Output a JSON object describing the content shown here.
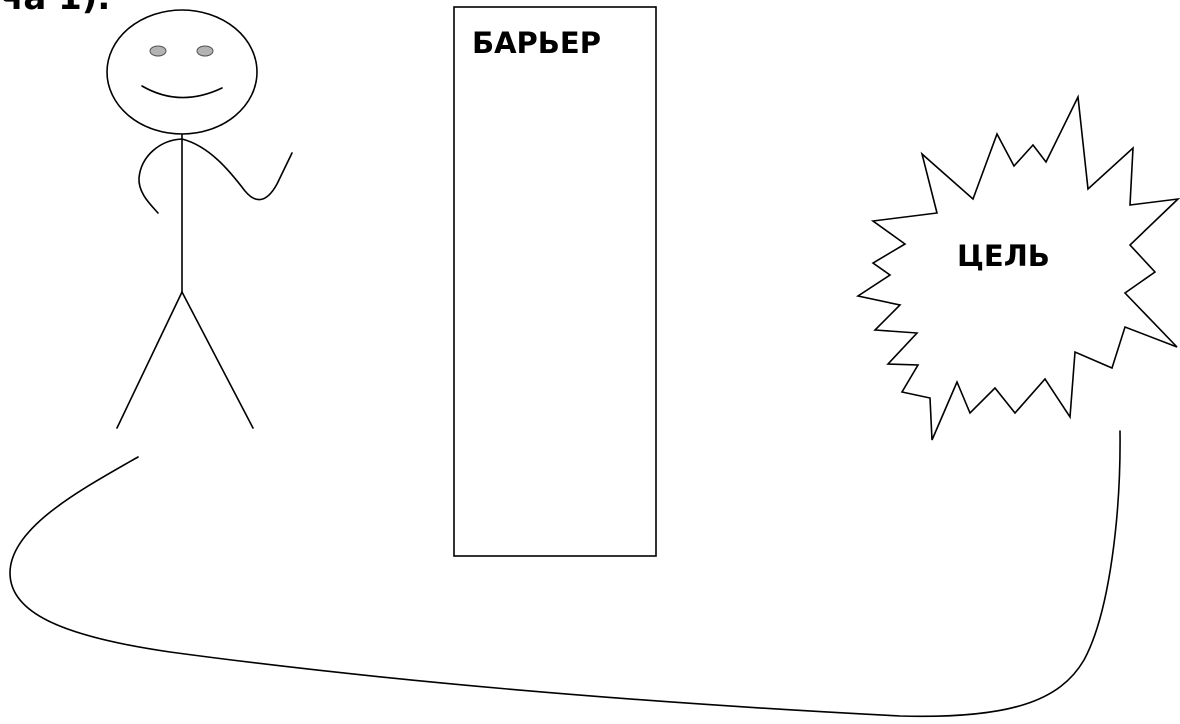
{
  "heading": "ча 1).",
  "barrier": {
    "label": "БАРЬЕР"
  },
  "goal": {
    "label": "ЦЕЛЬ"
  },
  "colors": {
    "stroke": "#000000",
    "eyes": "#b3b3b3",
    "background": "#ffffff"
  }
}
